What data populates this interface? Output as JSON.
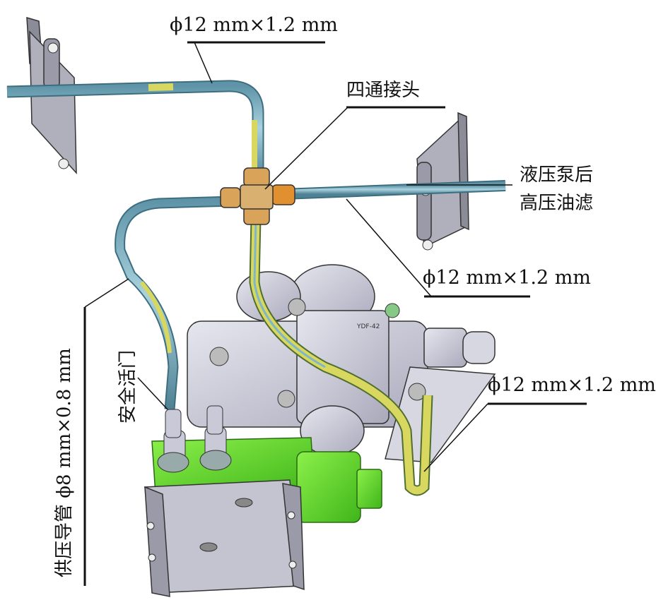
{
  "labels": {
    "pipe_top": "ϕ12 mm×1.2 mm",
    "four_way": "四通接头",
    "pump_filter_line1": "液压泵后",
    "pump_filter_line2": "高压油滤",
    "pipe_right_mid": "ϕ12 mm×1.2 mm",
    "pipe_right_low": "ϕ12 mm×1.2 mm",
    "safety_valve": "安全活门",
    "supply_pipe": "供压导管  ϕ8 mm×0.8 mm"
  },
  "colors": {
    "pipe_blue": "#7fb6c9",
    "pipe_yellow": "#d8d860",
    "valve_body": "#c9c9d8",
    "green_part": "#6edc2e",
    "bracket": "#8c8c98",
    "fitting": "#d9a35a"
  }
}
